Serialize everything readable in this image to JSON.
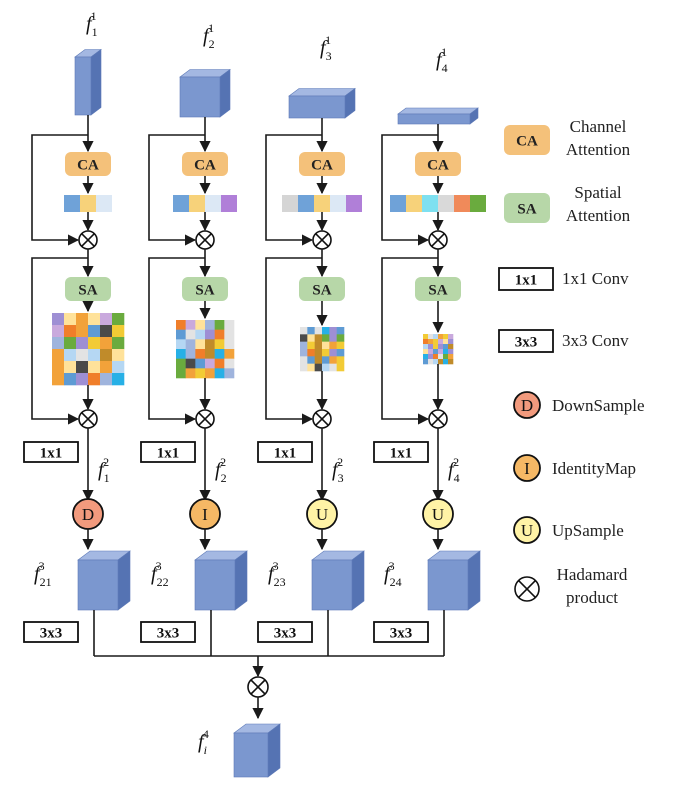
{
  "colors": {
    "cube_front": "#7b97cf",
    "cube_top": "#a4b8e2",
    "cube_side": "#5573b3",
    "ca": "#f4c17a",
    "sa": "#b7d7a8",
    "down": "#f29a7d",
    "identity": "#f5b865",
    "up": "#fff3a6",
    "line": "#1a1a1a",
    "grid_palette": [
      "#4a4a4a",
      "#f2cb35",
      "#f2a23a",
      "#5e9bd4",
      "#9e8fd4",
      "#27b0e6",
      "#c08b2a",
      "#6aab3e",
      "#c9a9dd",
      "#f07e2a",
      "#9fb4dd",
      "#b5d7f3",
      "#e3e3e3",
      "#ffe29a"
    ]
  },
  "columns": [
    {
      "input_label": "f",
      "input_sub": "1",
      "input_sup": "1",
      "ca_label": "CA",
      "sa_label": "SA",
      "conv1_label": "1x1",
      "mid_label": "f",
      "mid_sub": "1",
      "mid_sup": "2",
      "op_letter": "D",
      "op_type": "down",
      "out_label": "f",
      "out_sub": "21",
      "out_sup": "3",
      "conv3_label": "3x3",
      "vector": [
        "#6fa2d8",
        "#f7d27a",
        "#dce8f5"
      ]
    },
    {
      "input_label": "f",
      "input_sub": "2",
      "input_sup": "1",
      "ca_label": "CA",
      "sa_label": "SA",
      "conv1_label": "1x1",
      "mid_label": "f",
      "mid_sub": "2",
      "mid_sup": "2",
      "op_letter": "I",
      "op_type": "identity",
      "out_label": "f",
      "out_sub": "22",
      "out_sup": "3",
      "conv3_label": "3x3",
      "vector": [
        "#6fa2d8",
        "#f7d27a",
        "#dce8f5",
        "#b07fd8"
      ]
    },
    {
      "input_label": "f",
      "input_sub": "3",
      "input_sup": "1",
      "ca_label": "CA",
      "sa_label": "SA",
      "conv1_label": "1x1",
      "mid_label": "f",
      "mid_sub": "3",
      "mid_sup": "2",
      "op_letter": "U",
      "op_type": "up",
      "out_label": "f",
      "out_sub": "23",
      "out_sup": "3",
      "conv3_label": "3x3",
      "vector": [
        "#d5d5d5",
        "#6fa2d8",
        "#f7d27a",
        "#dce8f5",
        "#b07fd8"
      ]
    },
    {
      "input_label": "f",
      "input_sub": "4",
      "input_sup": "1",
      "ca_label": "CA",
      "sa_label": "SA",
      "conv1_label": "1x1",
      "mid_label": "f",
      "mid_sub": "4",
      "mid_sup": "2",
      "op_letter": "U",
      "op_type": "up",
      "out_label": "f",
      "out_sub": "24",
      "out_sup": "3",
      "conv3_label": "3x3",
      "vector": [
        "#6fa2d8",
        "#f7d27a",
        "#7ee0f0",
        "#d9d9d9",
        "#f08a5a",
        "#6aab3e"
      ]
    }
  ],
  "final": {
    "label": "f",
    "sub": "i",
    "sup": "4"
  },
  "legend": {
    "ca": {
      "badge": "CA",
      "line1": "Channel",
      "line2": "Attention"
    },
    "sa": {
      "badge": "SA",
      "line1": "Spatial",
      "line2": "Attention"
    },
    "conv1": {
      "badge": "1x1",
      "text": "1x1 Conv"
    },
    "conv3": {
      "badge": "3x3",
      "text": "3x3 Conv"
    },
    "down": {
      "badge": "D",
      "text": "DownSample"
    },
    "identity": {
      "badge": "I",
      "text": "IdentityMap"
    },
    "up": {
      "badge": "U",
      "text": "UpSample"
    },
    "hadamard": {
      "line1": "Hadamard",
      "line2": "product"
    }
  }
}
